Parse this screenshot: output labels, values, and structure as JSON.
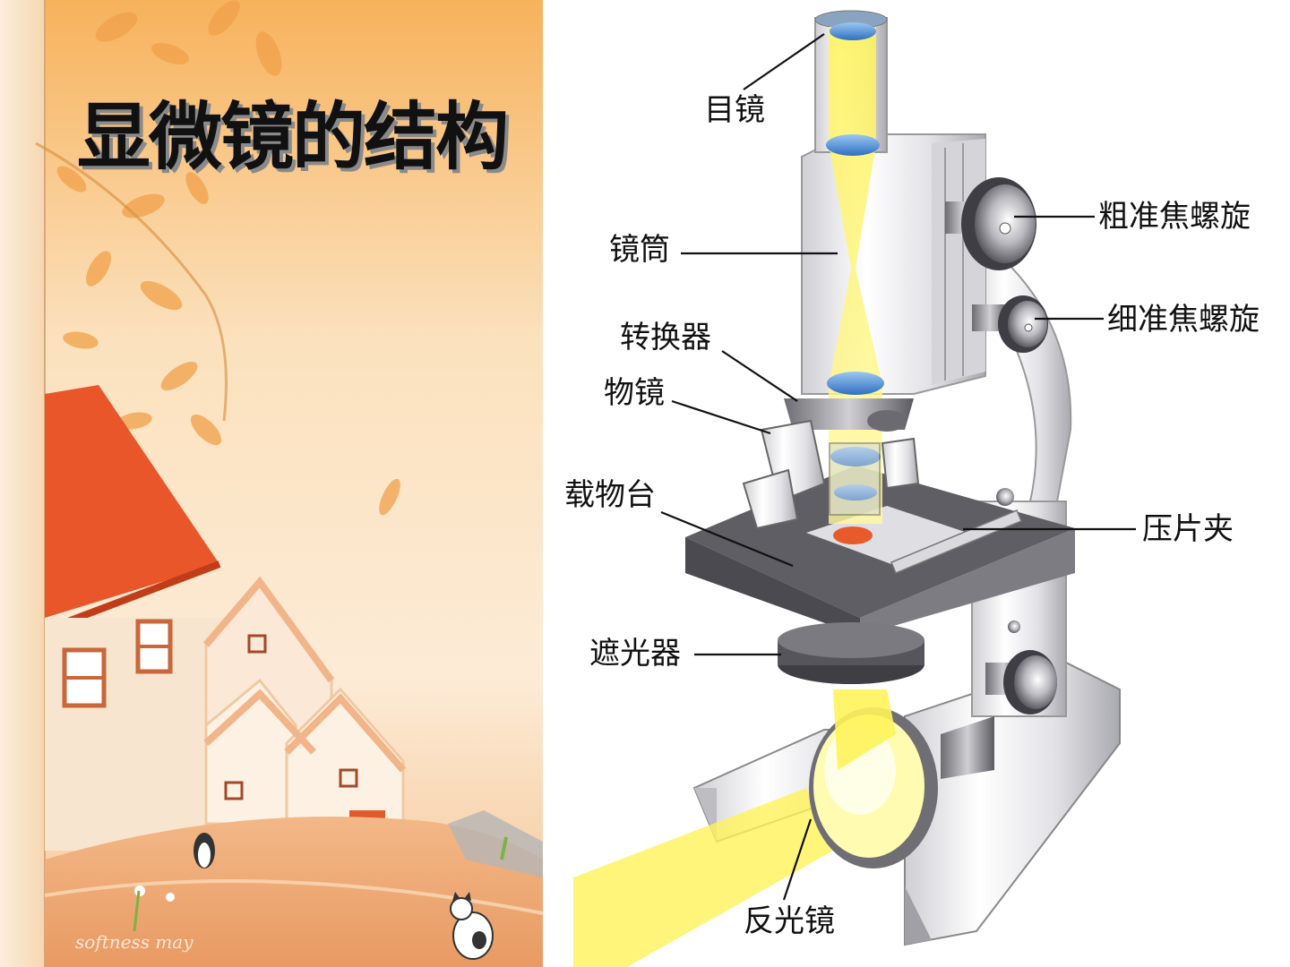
{
  "title": "显微镜的结构",
  "watermark": "softness  may",
  "labels": {
    "eyepiece": "目镜",
    "tube": "镜筒",
    "coarse_focus": "粗准焦螺旋",
    "fine_focus": "细准焦螺旋",
    "nosepiece": "转换器",
    "objective": "物镜",
    "stage": "载物台",
    "stage_clip": "压片夹",
    "diaphragm": "遮光器",
    "mirror": "反光镜"
  },
  "colors": {
    "light_beam": "#fff35a",
    "lens_blue": "#3a7fd0",
    "title_shadow": "#8a8a8a",
    "roof_red": "#e8562a"
  }
}
